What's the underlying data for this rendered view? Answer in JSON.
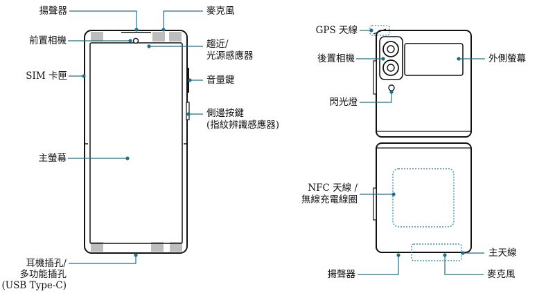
{
  "front": {
    "speaker_top": "揚聲器",
    "mic_top": "麥克風",
    "front_camera": "前置相機",
    "proximity_line1": "趨近/",
    "proximity_line2": "光源感應器",
    "sim_tray": "SIM 卡匣",
    "volume_key": "音量鍵",
    "side_key_line1": "側邊按鍵",
    "side_key_line2": "(指紋辨識感應器)",
    "main_screen": "主螢幕",
    "earphone_line1": "耳機插孔/",
    "earphone_line2": "多功能插孔",
    "earphone_line3": "(USB Type-C)"
  },
  "back": {
    "gps_antenna": "GPS 天線",
    "rear_camera": "後置相機",
    "cover_screen": "外側螢幕",
    "flash": "閃光燈",
    "nfc_line1": "NFC 天線 /",
    "nfc_line2": "無線充電線圈",
    "main_antenna": "主天線",
    "speaker_bottom": "揚聲器",
    "mic_bottom": "麥克風"
  },
  "colors": {
    "outline": "#111111",
    "leader_line": "#1f6f8b",
    "antenna_area": "#bdbdbd",
    "coil_dotted": "#3a8fb0"
  }
}
